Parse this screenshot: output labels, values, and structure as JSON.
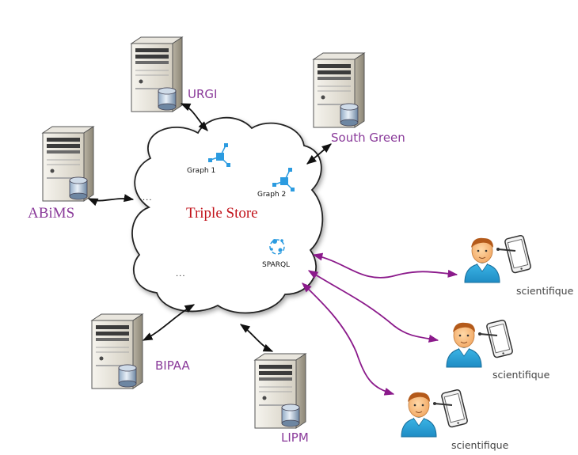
{
  "cloud": {
    "title": "Triple Store",
    "graph1_label": "Graph 1",
    "graph2_label": "Graph 2",
    "sparql_label": "SPARQL",
    "ellipsis_top": "...",
    "ellipsis_bottom": "..."
  },
  "servers": {
    "urgi": "URGI",
    "south_green": "South Green",
    "abims": "ABiMS",
    "bipaa": "BIPAA",
    "lipm": "LIPM"
  },
  "users": {
    "user1": "scientifique",
    "user2": "scientifique",
    "user3": "scientifique"
  },
  "colors": {
    "server_label": "#8a3a9a",
    "triple_store": "#c2141c",
    "user_arrow": "#8b1a8b",
    "server_arrow": "#111111",
    "graph_node": "#2b9be0"
  }
}
